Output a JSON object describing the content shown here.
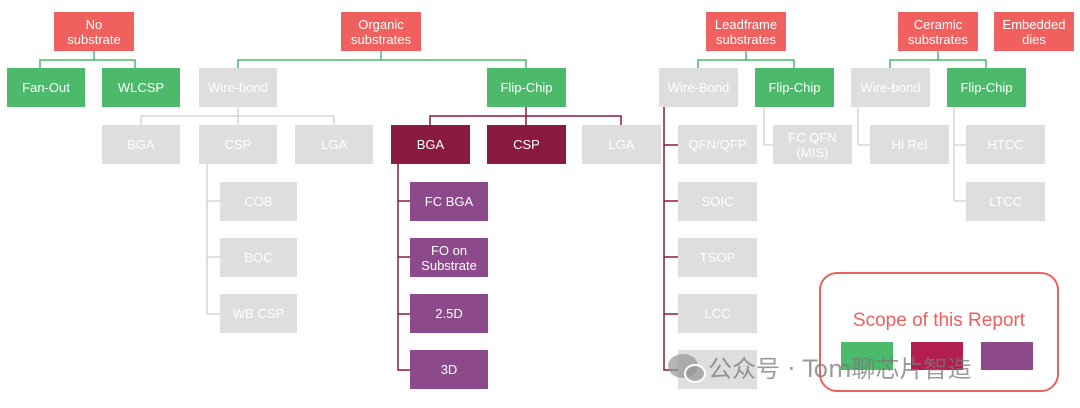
{
  "colors": {
    "category": "#f0605e",
    "in_scope_green": "#4cba6a",
    "in_scope_red": "#b21f4e",
    "in_scope_purple": "#8d4a8b",
    "out_of_scope_grey": "#dedede"
  },
  "categories": {
    "no_substrate": "No\nsubstrate",
    "organic": "Organic\nsubstrates",
    "leadframe": "Leadframe\nsubstrates",
    "ceramic": "Ceramic\nsubstrates",
    "embedded": "Embedded\ndies"
  },
  "level2": {
    "fanout": "Fan-Out",
    "wlcsp": "WLCSP",
    "org_wirebond": "Wire-bond",
    "org_flipchip": "Flip-Chip",
    "lf_wirebond": "Wire-Bond",
    "lf_flipchip": "Flip-Chip",
    "cer_wirebond": "Wire-bond",
    "cer_flipchip": "Flip-Chip"
  },
  "level3": {
    "wb_bga": "BGA",
    "wb_csp": "CSP",
    "wb_lga": "LGA",
    "fc_bga": "BGA",
    "fc_csp": "CSP",
    "fc_lga": "LGA",
    "qfn_qfp": "QFN/QFP",
    "fc_qfn": "FC QFN\n(MIS)",
    "hi_rel": "Hi Rel",
    "htcc": "HTCC"
  },
  "level4": {
    "cob": "COB",
    "boc": "BOC",
    "wb_csp": "WB CSP",
    "fc_bga": "FC BGA",
    "fo_on_substrate": "FO on\nSubstrate",
    "d25": "2.5D",
    "d3": "3D",
    "soic": "SOIC",
    "tsop": "TSOP",
    "lcc": "LCC",
    "ltcc": "LTCC"
  },
  "legend": {
    "title": "Scope of this Report"
  },
  "watermark": {
    "text": "公众号 · Tom聊芯片智造"
  }
}
